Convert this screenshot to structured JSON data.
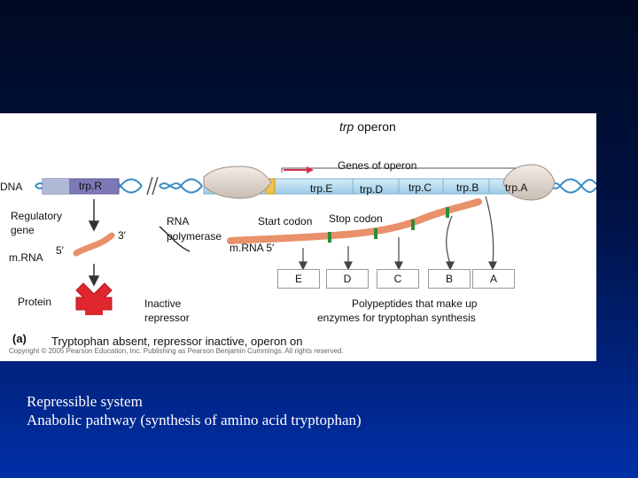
{
  "figure": {
    "title_prefix": "trp",
    "title_suffix": " operon",
    "genes_of_operon": "Genes of operon",
    "dna_label": "DNA",
    "trpR": "trp.R",
    "trpE": "trp.E",
    "trpD": "trp.D",
    "trpC": "trp.C",
    "trpB": "trp.B",
    "trpA": "trp.A",
    "regulatory_gene": [
      "Regulatory",
      "gene"
    ],
    "three_prime": "3′",
    "five_prime": "5′",
    "mrna_label": "m.RNA",
    "rna_polymerase": [
      "RNA",
      "polymerase"
    ],
    "start_codon": "Start codon",
    "stop_codon": "Stop codon",
    "mrna_5": "m.RNA 5′",
    "enzymes": [
      "E",
      "D",
      "C",
      "B",
      "A"
    ],
    "protein": "Protein",
    "inactive_repressor": [
      "Inactive",
      "repressor"
    ],
    "polypeptides": [
      "Polypeptides that make up",
      "enzymes for tryptophan  synthesis"
    ],
    "panel_letter": "(a)",
    "panel_caption": "Tryptophan absent, repressor inactive, operon on",
    "copyright": "Copyright © 2005 Pearson Education, Inc. Publishing as Pearson Benjamin Cummings. All rights reserved."
  },
  "caption": {
    "line1": "Repressible system",
    "line2": "Anabolic pathway (synthesis of amino acid tryptophan)"
  }
}
